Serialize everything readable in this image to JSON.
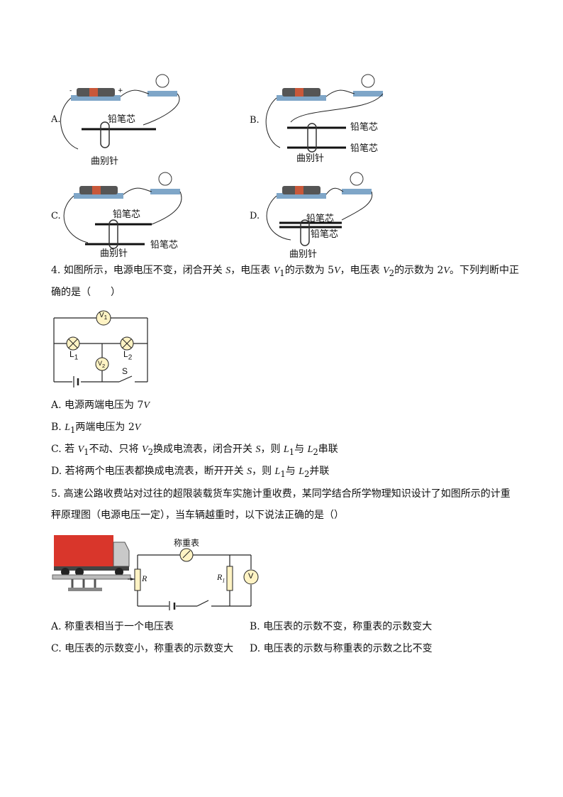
{
  "figure_options": [
    {
      "letter": "A.",
      "lead_label": "铅笔芯",
      "clip_label": "曲别针"
    },
    {
      "letter": "B.",
      "lead_label_1": "铅笔芯",
      "lead_label_2": "铅笔芯",
      "clip_label": "曲别针"
    },
    {
      "letter": "C.",
      "lead_label_1": "铅笔芯",
      "lead_label_2": "铅笔芯",
      "clip_label": "曲别针"
    },
    {
      "letter": "D.",
      "lead_label_1": "铅笔芯",
      "lead_label_2": "铅笔芯",
      "clip_label": "曲别针"
    }
  ],
  "q4": {
    "line1_a": "4. 如图所示，电源电压不变，闭合开关 ",
    "line1_s": "S",
    "line1_b": "，电压表 ",
    "line1_v1": "V",
    "line1_v1sub": "1",
    "line1_c": "的示数为 5",
    "line1_vunit": "V",
    "line1_d": "，电压表 ",
    "line1_v2": "V",
    "line1_v2sub": "2",
    "line1_e": "的示数为 2",
    "line1_vunit2": "V",
    "line1_f": "。下列判断中正",
    "line2": "确的是（　　）",
    "circuit": {
      "v1": "V",
      "v1sub": "1",
      "v2": "V",
      "v2sub": "2",
      "l1": "L",
      "l1sub": "1",
      "l2": "L",
      "l2sub": "2",
      "s": "S"
    },
    "options": {
      "a_pre": "A. 电源两端电压为 7",
      "a_unit": "V",
      "b_pre": "B. ",
      "b_l": "L",
      "b_sub": "1",
      "b_post": "两端电压为 2",
      "b_unit": "V",
      "c_pre": "C. 若 ",
      "c_v1": "V",
      "c_v1sub": "1",
      "c_mid1": "不动、只将 ",
      "c_v2": "V",
      "c_v2sub": "2",
      "c_mid2": "换成电流表，闭合开关 ",
      "c_s": "S",
      "c_mid3": "，则 ",
      "c_l1": "L",
      "c_l1sub": "1",
      "c_mid4": "与 ",
      "c_l2": "L",
      "c_l2sub": "2",
      "c_end": "串联",
      "d_pre": "D. 若将两个电压表都换成电流表，断开开关 ",
      "d_s": "S",
      "d_mid": "，则 ",
      "d_l1": "L",
      "d_l1sub": "1",
      "d_mid2": "与 ",
      "d_l2": "L",
      "d_l2sub": "2",
      "d_end": "并联"
    }
  },
  "q5": {
    "line1": "5. 高速公路收费站对过往的超限装载货车实施计重收费，某同学结合所学物理知识设计了如图所示的计重",
    "line2": "秤原理图（电源电压一定），当车辆越重时，以下说法正确的是（）",
    "circuit": {
      "meter": "称重表",
      "r": "R",
      "r1": "R",
      "r1sub": "1",
      "v": "V"
    },
    "options": {
      "a": "A. 称重表相当于一个电压表",
      "b": "B. 电压表的示数不变，称重表的示数变大",
      "c": "C. 电压表的示数变小，称重表的示数变大",
      "d": "D. 电压表的示数与称重表的示数之比不变"
    }
  },
  "colors": {
    "battery": "#c8583a",
    "battery_base": "#7fa6c8",
    "truck_red": "#d9362b"
  }
}
